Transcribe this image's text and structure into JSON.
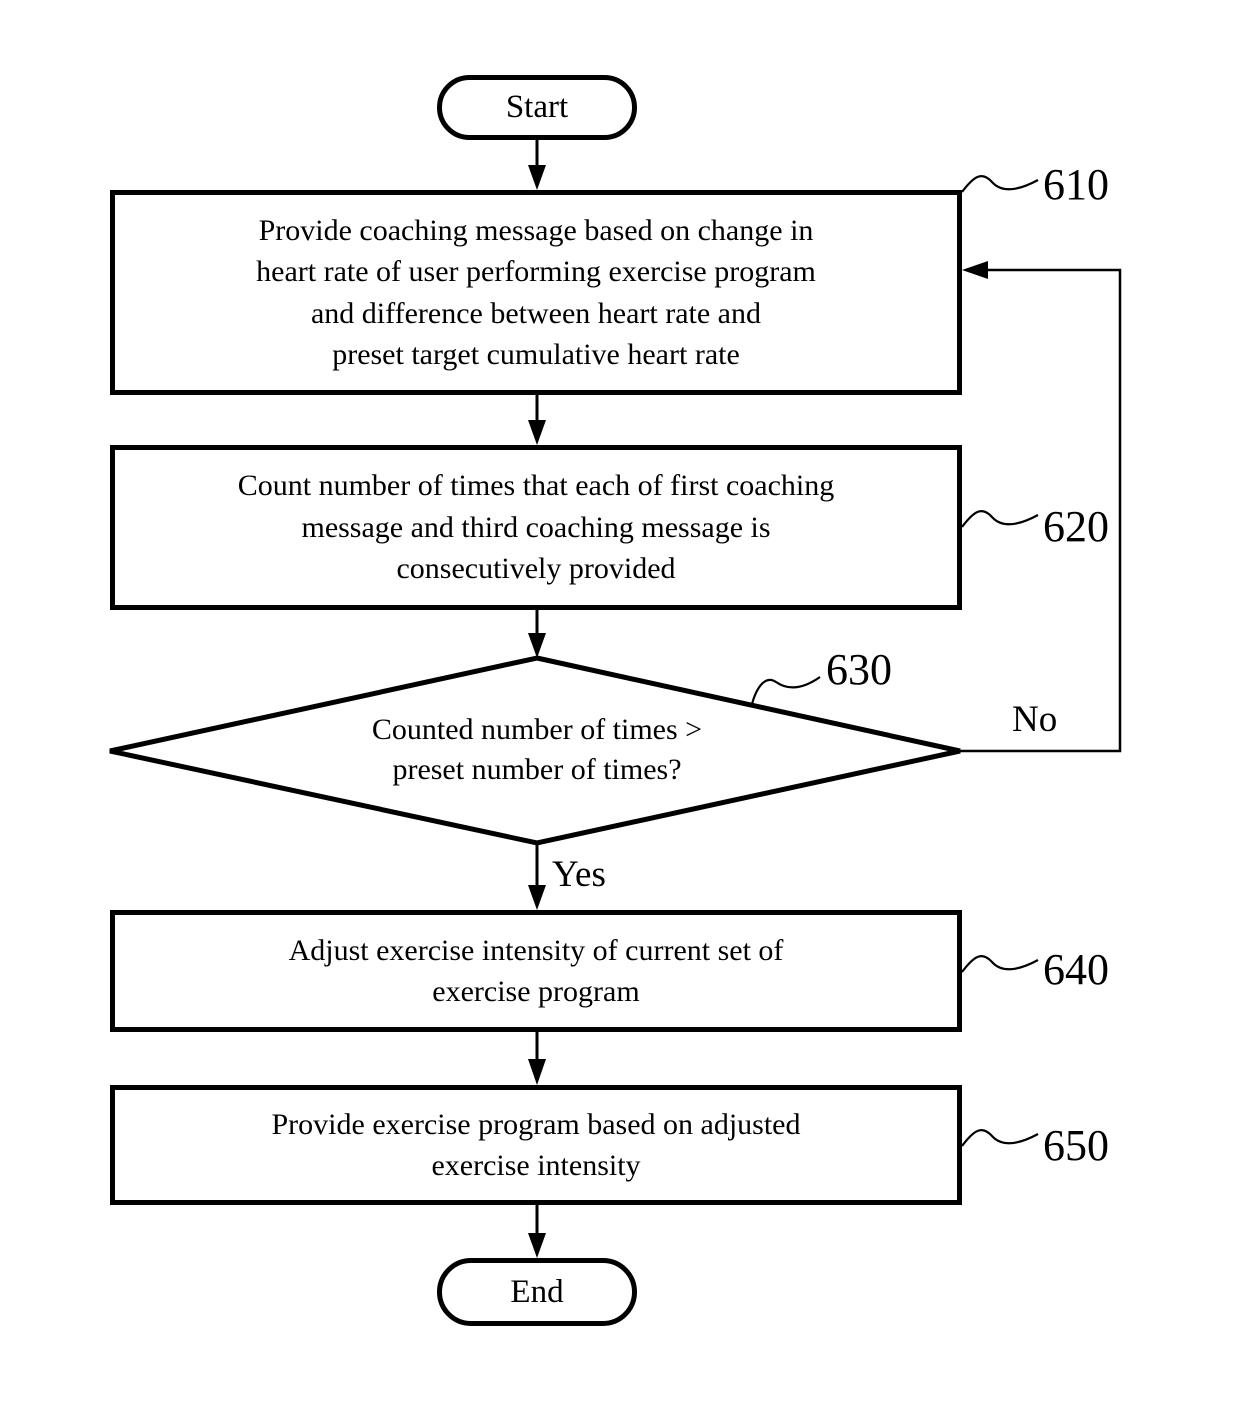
{
  "nodes": {
    "start": {
      "label": "Start"
    },
    "box610": {
      "ref": "610",
      "text": "Provide coaching message based on change in\nheart rate of user performing exercise program\nand difference between heart rate and\npreset target cumulative heart rate"
    },
    "box620": {
      "ref": "620",
      "text": "Count number of times that each of first coaching\nmessage and third coaching message is\nconsecutively provided"
    },
    "decision630": {
      "ref": "630",
      "text": "Counted number of times >\npreset number of times?"
    },
    "box640": {
      "ref": "640",
      "text": "Adjust exercise intensity of current set of\nexercise program"
    },
    "box650": {
      "ref": "650",
      "text": "Provide exercise program based on adjusted\nexercise intensity"
    },
    "end": {
      "label": "End"
    }
  },
  "branches": {
    "yes": "Yes",
    "no": "No"
  },
  "colors": {
    "line": "#000000",
    "background": "#ffffff"
  }
}
